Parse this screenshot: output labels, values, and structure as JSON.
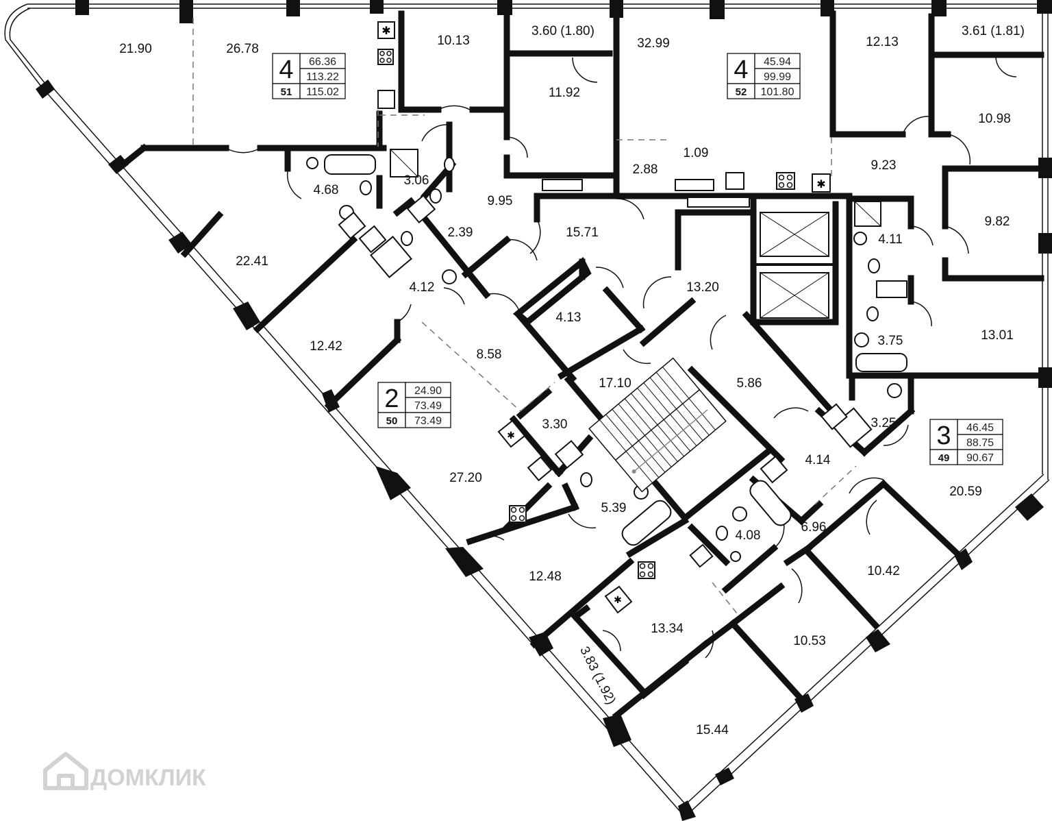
{
  "rooms": [
    {
      "id": "r1",
      "label": "21.90"
    },
    {
      "id": "r2",
      "label": "26.78"
    },
    {
      "id": "r3",
      "label": "10.13"
    },
    {
      "id": "r4",
      "label": "3.60 (1.80)"
    },
    {
      "id": "r5",
      "label": "32.99"
    },
    {
      "id": "r6",
      "label": "12.13"
    },
    {
      "id": "r7",
      "label": "3.61 (1.81)"
    },
    {
      "id": "r8",
      "label": "11.92"
    },
    {
      "id": "r9",
      "label": "10.98"
    },
    {
      "id": "r10",
      "label": "4.68"
    },
    {
      "id": "r11",
      "label": "3.06"
    },
    {
      "id": "r12",
      "label": "9.95"
    },
    {
      "id": "r13",
      "label": "2.88"
    },
    {
      "id": "r14",
      "label": "1.09"
    },
    {
      "id": "r15",
      "label": "9.23"
    },
    {
      "id": "r16",
      "label": "22.41"
    },
    {
      "id": "r17",
      "label": "2.39"
    },
    {
      "id": "r18",
      "label": "15.71"
    },
    {
      "id": "r19",
      "label": "4.11"
    },
    {
      "id": "r20",
      "label": "9.82"
    },
    {
      "id": "r21",
      "label": "4.12"
    },
    {
      "id": "r22",
      "label": "13.20"
    },
    {
      "id": "r23",
      "label": "4.13"
    },
    {
      "id": "r24",
      "label": "12.42"
    },
    {
      "id": "r25",
      "label": "8.58"
    },
    {
      "id": "r26",
      "label": "3.75"
    },
    {
      "id": "r27",
      "label": "13.01"
    },
    {
      "id": "r28",
      "label": "17.10"
    },
    {
      "id": "r29",
      "label": "5.86"
    },
    {
      "id": "r30",
      "label": "3.30"
    },
    {
      "id": "r31",
      "label": "3.25"
    },
    {
      "id": "r32",
      "label": "4.14"
    },
    {
      "id": "r33",
      "label": "27.20"
    },
    {
      "id": "r34",
      "label": "20.59"
    },
    {
      "id": "r35",
      "label": "5.39"
    },
    {
      "id": "r36",
      "label": "6.96"
    },
    {
      "id": "r37",
      "label": "4.08"
    },
    {
      "id": "r38",
      "label": "12.48"
    },
    {
      "id": "r39",
      "label": "10.42"
    },
    {
      "id": "r40",
      "label": "13.34"
    },
    {
      "id": "r41",
      "label": "10.53"
    },
    {
      "id": "r42",
      "label": "3.83 (1.92)"
    },
    {
      "id": "r43",
      "label": "15.44"
    }
  ],
  "apartments": [
    {
      "rooms": "4",
      "number": "51",
      "living": "66.36",
      "total": "113.22",
      "total_balcony": "115.02"
    },
    {
      "rooms": "4",
      "number": "52",
      "living": "45.94",
      "total": "99.99",
      "total_balcony": "101.80"
    },
    {
      "rooms": "2",
      "number": "50",
      "living": "24.90",
      "total": "73.49",
      "total_balcony": "73.49"
    },
    {
      "rooms": "3",
      "number": "49",
      "living": "46.45",
      "total": "88.75",
      "total_balcony": "90.67"
    }
  ],
  "watermark": {
    "text": "ДОМКЛИК",
    "icon": "house-icon"
  },
  "colors": {
    "wall": "#111111",
    "background": "#ffffff",
    "watermark": "#d2d2d2"
  }
}
